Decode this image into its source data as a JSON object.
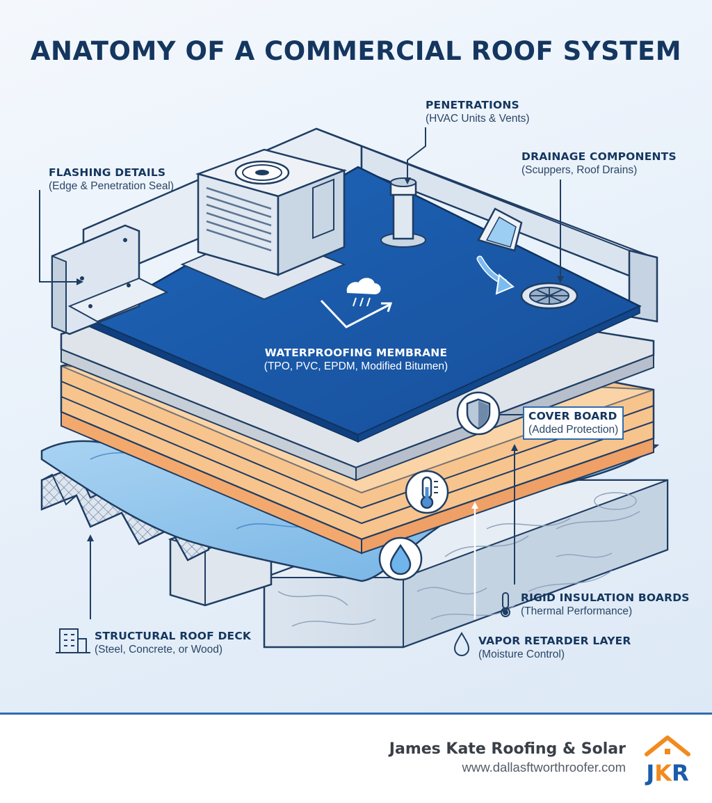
{
  "title": "ANATOMY OF A COMMERCIAL ROOF SYSTEM",
  "labels": {
    "penetrations": {
      "heading": "PENETRATIONS",
      "sub": "(HVAC Units & Vents)"
    },
    "drainage": {
      "heading": "DRAINAGE COMPONENTS",
      "sub": "(Scuppers, Roof Drains)"
    },
    "flashing": {
      "heading": "FLASHING DETAILS",
      "sub": "(Edge & Penetration Seal)"
    },
    "membrane": {
      "heading": "WATERPROOFING MEMBRANE",
      "sub": "(TPO, PVC, EPDM, Modified Bitumen)"
    },
    "cover_board": {
      "heading": "COVER BOARD",
      "sub": "(Added Protection)"
    },
    "insulation": {
      "heading": "RIGID INSULATION BOARDS",
      "sub": "(Thermal Performance)"
    },
    "vapor": {
      "heading": "VAPOR RETARDER LAYER",
      "sub": "(Moisture Control)"
    },
    "deck": {
      "heading": "STRUCTURAL ROOF DECK",
      "sub": "(Steel, Concrete, or Wood)"
    }
  },
  "footer": {
    "company": "James Kate Roofing & Solar",
    "url": "www.dallasftworthroofer.com",
    "logo_letters": "JKR"
  },
  "colors": {
    "navy": "#14365f",
    "membrane_blue": "#1b5cab",
    "insulation_orange": "#f4b57a",
    "vapor_blue": "#8ec3ea",
    "logo_orange": "#f28a1e",
    "logo_blue": "#1b5cab"
  },
  "icons": [
    "shield-icon",
    "thermometer-icon",
    "water-drop-icon",
    "building-icon",
    "rain-cloud-icon",
    "hvac-unit-icon",
    "vent-pipe-icon",
    "scupper-icon",
    "roof-drain-icon",
    "house-roof-icon"
  ]
}
